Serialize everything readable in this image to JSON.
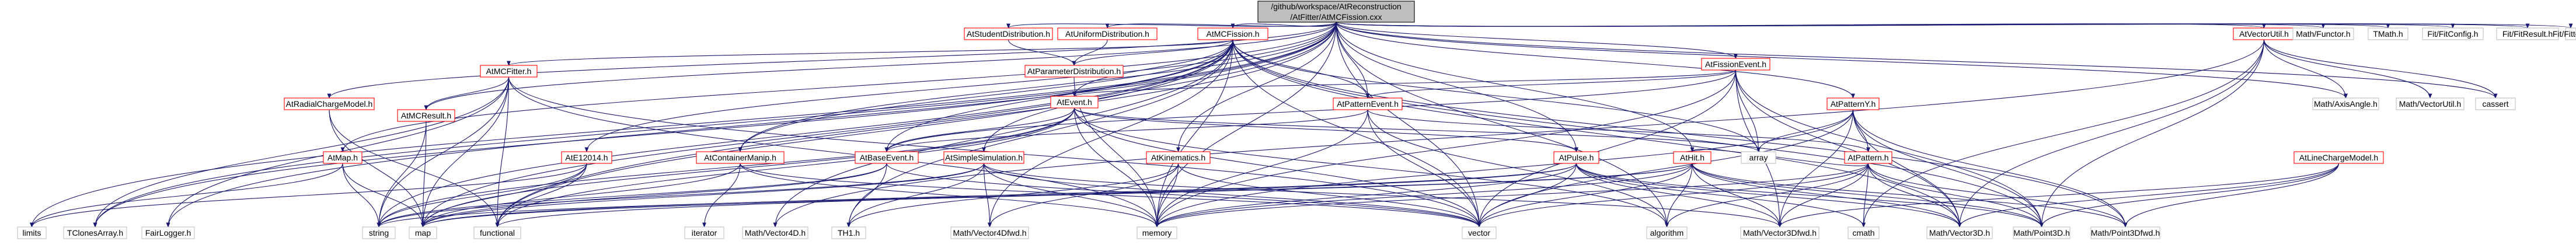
{
  "colors": {
    "edge": "#191970",
    "root_fill": "#bfbfbf",
    "node_fill": "#ffffff",
    "node_border_plain": "#bfbfbf",
    "node_border_linked": "#ff0000"
  },
  "nodes": [
    {
      "id": "root",
      "lines": [
        "/github/workspace/AtReconstruction",
        "/AtFitter/AtMCFission.cxx"
      ],
      "type": "root"
    },
    {
      "id": "studentdist",
      "lines": [
        "AtStudentDistribution.h"
      ],
      "type": "linked"
    },
    {
      "id": "uniformdist",
      "lines": [
        "AtUniformDistribution.h"
      ],
      "type": "linked"
    },
    {
      "id": "mcfission",
      "lines": [
        "AtMCFission.h"
      ],
      "type": "linked"
    },
    {
      "id": "paramdist",
      "lines": [
        "AtParameterDistribution.h"
      ],
      "type": "linked"
    },
    {
      "id": "mcfitter",
      "lines": [
        "AtMCFitter.h"
      ],
      "type": "linked"
    },
    {
      "id": "mcresult",
      "lines": [
        "AtMCResult.h"
      ],
      "type": "linked"
    },
    {
      "id": "radialcharge",
      "lines": [
        "AtRadialChargeModel.h"
      ],
      "type": "linked"
    },
    {
      "id": "atmap",
      "lines": [
        "AtMap.h"
      ],
      "type": "linked"
    },
    {
      "id": "ate12014",
      "lines": [
        "AtE12014.h"
      ],
      "type": "linked"
    },
    {
      "id": "atevent",
      "lines": [
        "AtEvent.h"
      ],
      "type": "linked"
    },
    {
      "id": "patternevent",
      "lines": [
        "AtPatternEvent.h"
      ],
      "type": "linked"
    },
    {
      "id": "containermanip",
      "lines": [
        "AtContainerManip.h"
      ],
      "type": "linked"
    },
    {
      "id": "baseevent",
      "lines": [
        "AtBaseEvent.h"
      ],
      "type": "linked"
    },
    {
      "id": "simplesim",
      "lines": [
        "AtSimpleSimulation.h"
      ],
      "type": "linked"
    },
    {
      "id": "kinematics",
      "lines": [
        "AtKinematics.h"
      ],
      "type": "linked"
    },
    {
      "id": "pulse",
      "lines": [
        "AtPulse.h"
      ],
      "type": "linked"
    },
    {
      "id": "athit",
      "lines": [
        "AtHit.h"
      ],
      "type": "linked"
    },
    {
      "id": "fissionevent",
      "lines": [
        "AtFissionEvent.h"
      ],
      "type": "linked"
    },
    {
      "id": "patterny",
      "lines": [
        "AtPatternY.h"
      ],
      "type": "linked"
    },
    {
      "id": "atpattern",
      "lines": [
        "AtPattern.h"
      ],
      "type": "linked"
    },
    {
      "id": "vectorutil",
      "lines": [
        "AtVectorUtil.h"
      ],
      "type": "linked"
    },
    {
      "id": "linecharge",
      "lines": [
        "AtLineChargeModel.h"
      ],
      "type": "linked"
    },
    {
      "id": "mathfunctor",
      "lines": [
        "Math/Functor.h"
      ],
      "type": "plain"
    },
    {
      "id": "tmath",
      "lines": [
        "TMath.h"
      ],
      "type": "plain"
    },
    {
      "id": "fitconfig",
      "lines": [
        "Fit/FitConfig.h"
      ],
      "type": "plain"
    },
    {
      "id": "fitresult",
      "lines": [
        "Fit/FitResult.h"
      ],
      "type": "plain"
    },
    {
      "id": "fitter",
      "lines": [
        "Fit/Fitter.h"
      ],
      "type": "plain"
    },
    {
      "id": "axisangle",
      "lines": [
        "Math/AxisAngle.h"
      ],
      "type": "plain"
    },
    {
      "id": "vectorutilh",
      "lines": [
        "Math/VectorUtil.h"
      ],
      "type": "plain"
    },
    {
      "id": "cassert",
      "lines": [
        "cassert"
      ],
      "type": "plain"
    },
    {
      "id": "array",
      "lines": [
        "array"
      ],
      "type": "plain"
    },
    {
      "id": "climits",
      "lines": [
        "limits"
      ],
      "type": "plain"
    },
    {
      "id": "tclones",
      "lines": [
        "TClonesArray.h"
      ],
      "type": "plain"
    },
    {
      "id": "fairlogger",
      "lines": [
        "FairLogger.h"
      ],
      "type": "plain"
    },
    {
      "id": "string",
      "lines": [
        "string"
      ],
      "type": "plain"
    },
    {
      "id": "map",
      "lines": [
        "map"
      ],
      "type": "plain"
    },
    {
      "id": "functional",
      "lines": [
        "functional"
      ],
      "type": "plain"
    },
    {
      "id": "iterator",
      "lines": [
        "iterator"
      ],
      "type": "plain"
    },
    {
      "id": "vector4d",
      "lines": [
        "Math/Vector4D.h"
      ],
      "type": "plain"
    },
    {
      "id": "th1",
      "lines": [
        "TH1.h"
      ],
      "type": "plain"
    },
    {
      "id": "vector4dfwd",
      "lines": [
        "Math/Vector4Dfwd.h"
      ],
      "type": "plain"
    },
    {
      "id": "memory",
      "lines": [
        "memory"
      ],
      "type": "plain"
    },
    {
      "id": "vector",
      "lines": [
        "vector"
      ],
      "type": "plain"
    },
    {
      "id": "algorithm",
      "lines": [
        "algorithm"
      ],
      "type": "plain"
    },
    {
      "id": "vector3dfwd",
      "lines": [
        "Math/Vector3Dfwd.h"
      ],
      "type": "plain"
    },
    {
      "id": "cmath",
      "lines": [
        "cmath"
      ],
      "type": "plain"
    },
    {
      "id": "vector3d",
      "lines": [
        "Math/Vector3D.h"
      ],
      "type": "plain"
    },
    {
      "id": "point3d",
      "lines": [
        "Math/Point3D.h"
      ],
      "type": "plain"
    },
    {
      "id": "point3dfwd",
      "lines": [
        "Math/Point3Dfwd.h"
      ],
      "type": "plain"
    }
  ],
  "edges": [
    [
      "root",
      "studentdist"
    ],
    [
      "root",
      "uniformdist"
    ],
    [
      "root",
      "mcfission"
    ],
    [
      "root",
      "mathfunctor"
    ],
    [
      "root",
      "tmath"
    ],
    [
      "root",
      "fitconfig"
    ],
    [
      "root",
      "fitresult"
    ],
    [
      "root",
      "fitter"
    ],
    [
      "root",
      "vectorutil"
    ],
    [
      "root",
      "fissionevent"
    ],
    [
      "root",
      "patterny"
    ],
    [
      "root",
      "patternevent"
    ],
    [
      "root",
      "ate12014"
    ],
    [
      "root",
      "radialcharge"
    ],
    [
      "root",
      "atmap"
    ],
    [
      "root",
      "mcresult"
    ],
    [
      "root",
      "simplesim"
    ],
    [
      "root",
      "kinematics"
    ],
    [
      "root",
      "pulse"
    ],
    [
      "root",
      "athit"
    ],
    [
      "root",
      "containermanip"
    ],
    [
      "root",
      "climits"
    ],
    [
      "root",
      "tclones"
    ],
    [
      "root",
      "fairlogger"
    ],
    [
      "root",
      "functional"
    ],
    [
      "root",
      "memory"
    ],
    [
      "root",
      "vector"
    ],
    [
      "root",
      "algorithm"
    ],
    [
      "root",
      "axisangle"
    ],
    [
      "root",
      "cassert"
    ],
    [
      "studentdist",
      "paramdist"
    ],
    [
      "uniformdist",
      "paramdist"
    ],
    [
      "mcfission",
      "paramdist"
    ],
    [
      "mcfission",
      "mcfitter"
    ],
    [
      "mcfission",
      "atevent"
    ],
    [
      "mcfission",
      "patternevent"
    ],
    [
      "mcfission",
      "baseevent"
    ],
    [
      "mcfission",
      "tclones"
    ],
    [
      "mcfission",
      "string"
    ],
    [
      "mcfission",
      "map"
    ],
    [
      "mcfission",
      "memory"
    ],
    [
      "mcfission",
      "vector"
    ],
    [
      "mcfission",
      "vector4d"
    ],
    [
      "mcfission",
      "vector3d"
    ],
    [
      "mcfission",
      "point3d"
    ],
    [
      "mcfission",
      "array"
    ],
    [
      "mcfission",
      "functional"
    ],
    [
      "mcfission",
      "th1"
    ],
    [
      "mcfission",
      "vector4dfwd"
    ],
    [
      "mcfission",
      "point3dfwd"
    ],
    [
      "mcfission",
      "containermanip"
    ],
    [
      "paramdist",
      "memory"
    ],
    [
      "mcfitter",
      "mcresult"
    ],
    [
      "mcfitter",
      "map"
    ],
    [
      "mcfitter",
      "string"
    ],
    [
      "mcfitter",
      "memory"
    ],
    [
      "mcfitter",
      "vector"
    ],
    [
      "mcfitter",
      "functional"
    ],
    [
      "mcfitter",
      "tclones"
    ],
    [
      "mcfitter",
      "fairlogger"
    ],
    [
      "mcresult",
      "map"
    ],
    [
      "mcresult",
      "string"
    ],
    [
      "radialcharge",
      "functional"
    ],
    [
      "radialcharge",
      "map"
    ],
    [
      "atmap",
      "map"
    ],
    [
      "atmap",
      "string"
    ],
    [
      "atmap",
      "climits"
    ],
    [
      "ate12014",
      "string"
    ],
    [
      "ate12014",
      "map"
    ],
    [
      "ate12014",
      "climits"
    ],
    [
      "ate12014",
      "functional"
    ],
    [
      "atevent",
      "baseevent"
    ],
    [
      "atevent",
      "vector"
    ],
    [
      "atevent",
      "memory"
    ],
    [
      "atevent",
      "algorithm"
    ],
    [
      "atevent",
      "map"
    ],
    [
      "atevent",
      "string"
    ],
    [
      "atevent",
      "array"
    ],
    [
      "atevent",
      "functional"
    ],
    [
      "atevent",
      "pulse"
    ],
    [
      "patternevent",
      "baseevent"
    ],
    [
      "patternevent",
      "vector"
    ],
    [
      "patternevent",
      "memory"
    ],
    [
      "patternevent",
      "algorithm"
    ],
    [
      "patternevent",
      "atpattern"
    ],
    [
      "containermanip",
      "iterator"
    ],
    [
      "containermanip",
      "memory"
    ],
    [
      "containermanip",
      "vector"
    ],
    [
      "containermanip",
      "map"
    ],
    [
      "baseevent",
      "string"
    ],
    [
      "baseevent",
      "map"
    ],
    [
      "baseevent",
      "vector"
    ],
    [
      "baseevent",
      "th1"
    ],
    [
      "simplesim",
      "vector4dfwd"
    ],
    [
      "simplesim",
      "vector3dfwd"
    ],
    [
      "simplesim",
      "memory"
    ],
    [
      "simplesim",
      "vector"
    ],
    [
      "simplesim",
      "map"
    ],
    [
      "simplesim",
      "string"
    ],
    [
      "simplesim",
      "th1"
    ],
    [
      "kinematics",
      "vector"
    ],
    [
      "kinematics",
      "memory"
    ],
    [
      "kinematics",
      "th1"
    ],
    [
      "kinematics",
      "vector4dfwd"
    ],
    [
      "pulse",
      "vector"
    ],
    [
      "pulse",
      "memory"
    ],
    [
      "pulse",
      "functional"
    ],
    [
      "pulse",
      "vector3dfwd"
    ],
    [
      "pulse",
      "cmath"
    ],
    [
      "pulse",
      "map"
    ],
    [
      "pulse",
      "point3d"
    ],
    [
      "pulse",
      "vector3d"
    ],
    [
      "athit",
      "vector"
    ],
    [
      "athit",
      "memory"
    ],
    [
      "athit",
      "vector3dfwd"
    ],
    [
      "athit",
      "vector3d"
    ],
    [
      "athit",
      "point3d"
    ],
    [
      "athit",
      "point3dfwd"
    ],
    [
      "athit",
      "algorithm"
    ],
    [
      "athit",
      "map"
    ],
    [
      "athit",
      "string"
    ],
    [
      "fissionevent",
      "patternevent"
    ],
    [
      "fissionevent",
      "baseevent"
    ],
    [
      "fissionevent",
      "vector"
    ],
    [
      "fissionevent",
      "memory"
    ],
    [
      "fissionevent",
      "array"
    ],
    [
      "fissionevent",
      "vector3dfwd"
    ],
    [
      "fissionevent",
      "vector3d"
    ],
    [
      "fissionevent",
      "point3d"
    ],
    [
      "fissionevent",
      "atevent"
    ],
    [
      "patterny",
      "atpattern"
    ],
    [
      "patterny",
      "array"
    ],
    [
      "patterny",
      "vector3dfwd"
    ],
    [
      "patterny",
      "vector3d"
    ],
    [
      "patterny",
      "point3d"
    ],
    [
      "patterny",
      "point3dfwd"
    ],
    [
      "patterny",
      "vector"
    ],
    [
      "patterny",
      "memory"
    ],
    [
      "atpattern",
      "vector"
    ],
    [
      "atpattern",
      "memory"
    ],
    [
      "atpattern",
      "vector3dfwd"
    ],
    [
      "atpattern",
      "vector3d"
    ],
    [
      "atpattern",
      "point3d"
    ],
    [
      "atpattern",
      "point3dfwd"
    ],
    [
      "atpattern",
      "algorithm"
    ],
    [
      "atpattern",
      "cmath"
    ],
    [
      "atpattern",
      "athit"
    ],
    [
      "vectorutil",
      "axisangle"
    ],
    [
      "vectorutil",
      "vectorutilh"
    ],
    [
      "vectorutil",
      "cassert"
    ],
    [
      "vectorutil",
      "vector3d"
    ],
    [
      "vectorutil",
      "point3d"
    ],
    [
      "vectorutil",
      "vector4d"
    ],
    [
      "vectorutil",
      "cmath"
    ],
    [
      "linecharge",
      "vector3dfwd"
    ],
    [
      "linecharge",
      "point3d"
    ],
    [
      "linecharge",
      "point3dfwd"
    ],
    [
      "linecharge",
      "vector3d"
    ]
  ]
}
